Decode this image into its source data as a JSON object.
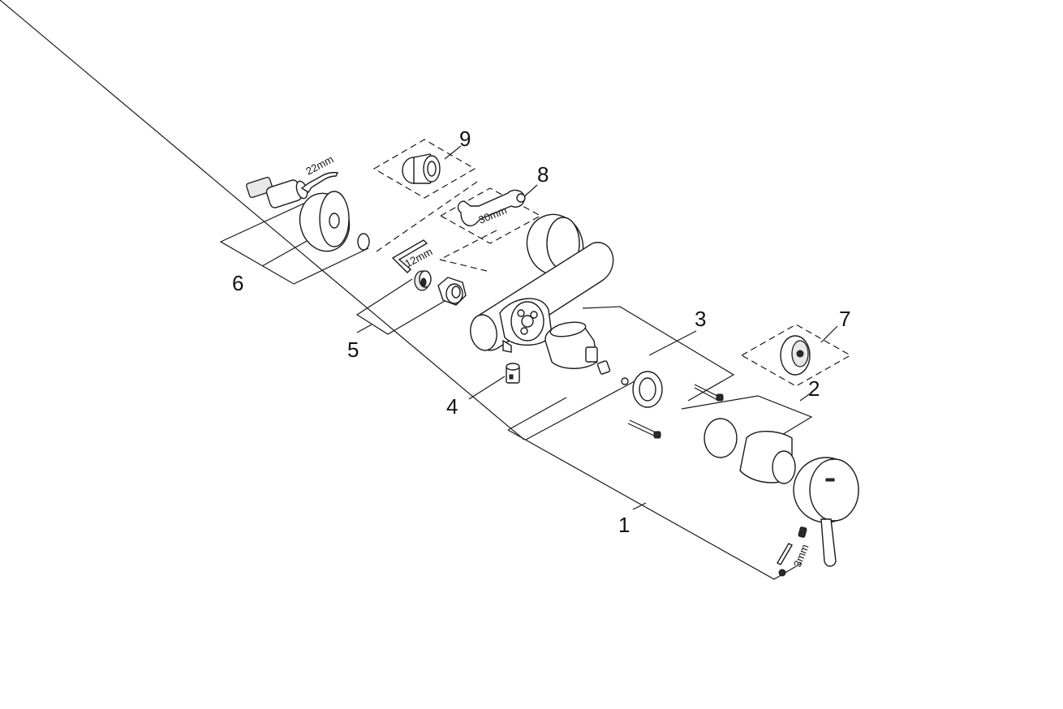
{
  "callouts": [
    "1",
    "2",
    "3",
    "4",
    "5",
    "6",
    "7",
    "8",
    "9"
  ],
  "tool_labels": {
    "hex_22": "22mm",
    "hex_12": "12mm",
    "spanner_30": "30mm",
    "hex_3": "3mm"
  },
  "colors": {
    "line": "#1a1a1a",
    "background": "#ffffff",
    "fill": "#e8e8e8"
  }
}
